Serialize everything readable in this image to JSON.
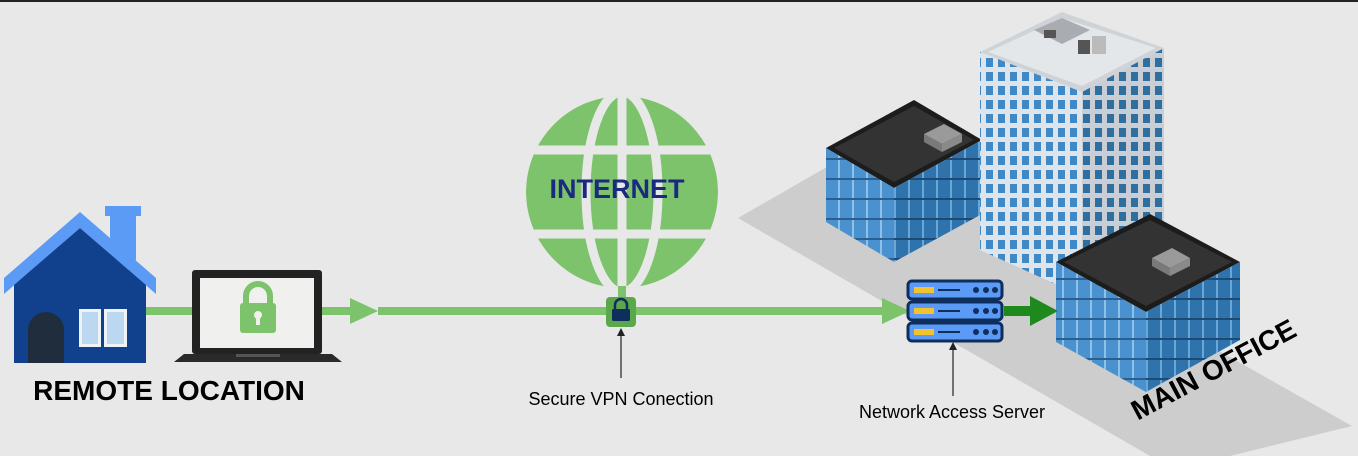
{
  "labels": {
    "remote_location": "REMOTE LOCATION",
    "internet": "INTERNET",
    "vpn_connection": "Secure VPN Conection",
    "network_access_server": "Network Access Server",
    "main_office": "MAIN OFFICE"
  },
  "icons": {
    "house": "house-icon",
    "laptop": "laptop-icon",
    "padlock": "padlock-icon",
    "globe": "globe-icon",
    "vpn_lock": "vpn-lock-icon",
    "server": "server-icon",
    "buildings": "office-buildings-icon"
  },
  "colors": {
    "background": "#e8e8e8",
    "connection_green": "#7dc36b",
    "arrow_dark_green": "#1e8a1e",
    "internet_text": "#1a2a80",
    "house_blue": "#5b9bf5",
    "house_navy": "#11418c",
    "server_navy": "#0e2e5e"
  }
}
